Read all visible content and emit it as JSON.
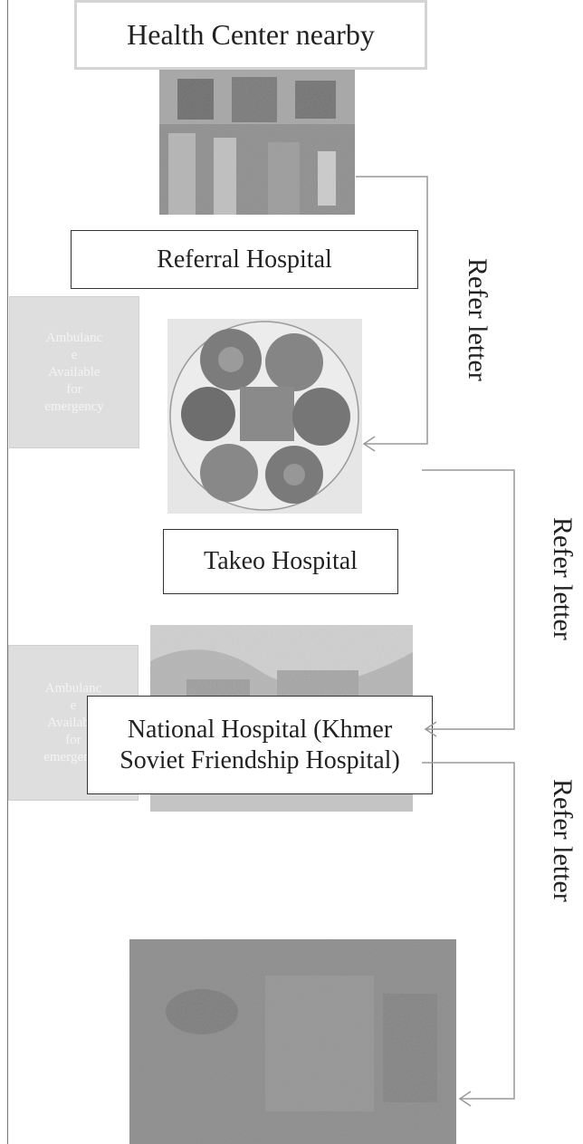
{
  "boxes": {
    "health_center": "Health Center nearby",
    "referral": "Referral Hospital",
    "takeo": "Takeo Hospital",
    "national": "National Hospital (Khmer Soviet Friendship Hospital)"
  },
  "ambulance_note": "Ambulanc\ne\nAvailable\nfor\nemergency",
  "refer_labels": [
    "Refer letter",
    "Refer letter",
    "Refer letter"
  ]
}
